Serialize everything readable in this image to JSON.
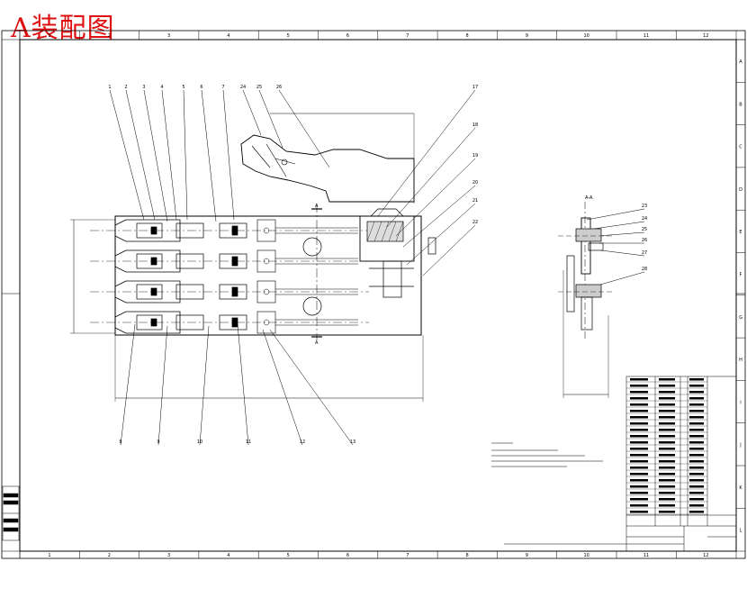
{
  "title": "A装配图",
  "zone_numbers": [
    "1",
    "2",
    "3",
    "4",
    "5",
    "6",
    "7",
    "8",
    "9",
    "10",
    "11",
    "12"
  ],
  "zone_letters": [
    "A",
    "B",
    "C",
    "D",
    "E",
    "F",
    "G",
    "H",
    "I",
    "J",
    "K",
    "L"
  ],
  "top_balloons": [
    "1",
    "2",
    "3",
    "4",
    "5",
    "6",
    "7",
    "24",
    "25",
    "26"
  ],
  "right_balloons": [
    "17",
    "18",
    "19",
    "20",
    "21",
    "22"
  ],
  "bottom_balloons": [
    "8",
    "9",
    "10",
    "11",
    "12",
    "13"
  ],
  "side_view_balloons": [
    "23",
    "24",
    "25",
    "26",
    "27",
    "28"
  ],
  "section_marks": [
    "A",
    "A"
  ],
  "side_view_label": "A-A",
  "colors": {
    "title": "#e01010",
    "lines": "#000000"
  }
}
